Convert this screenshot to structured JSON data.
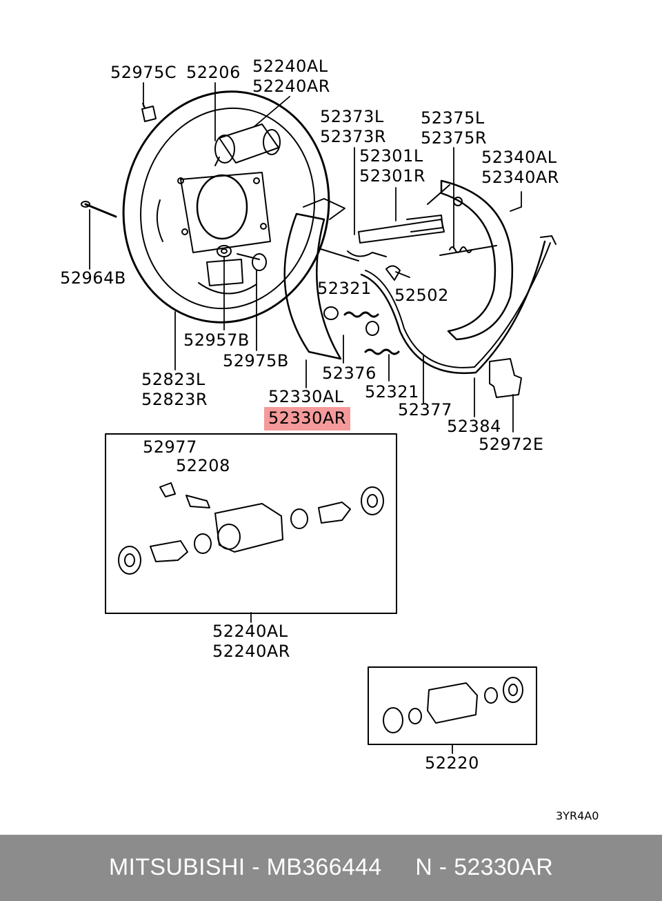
{
  "labels": {
    "l_52975C": "52975C",
    "l_52206": "52206",
    "l_52240AL_top": "52240AL",
    "l_52240AR_top": "52240AR",
    "l_52373L": "52373L",
    "l_52373R": "52373R",
    "l_52375L": "52375L",
    "l_52375R": "52375R",
    "l_52301L": "52301L",
    "l_52301R": "52301R",
    "l_52340AL": "52340AL",
    "l_52340AR": "52340AR",
    "l_52964B": "52964B",
    "l_52321_a": "52321",
    "l_52502": "52502",
    "l_52957B": "52957B",
    "l_52975B": "52975B",
    "l_52376": "52376",
    "l_52823L": "52823L",
    "l_52823R": "52823R",
    "l_52321_b": "52321",
    "l_52330AL": "52330AL",
    "l_52330AR": "52330AR",
    "l_52377": "52377",
    "l_52384": "52384",
    "l_52972E": "52972E",
    "l_52977": "52977",
    "l_52208": "52208",
    "l_52240AL_bot": "52240AL",
    "l_52240AR_bot": "52240AR",
    "l_52220": "52220"
  },
  "diagram_code": "3YR4A0",
  "footer": {
    "brand": "MITSUBISHI",
    "sep1": " - ",
    "part_number": "MB366444",
    "gap": "     ",
    "n": "N",
    "sep2": " - ",
    "ref": "52330AR"
  },
  "colors": {
    "highlight": "#f49a9a",
    "footer_bg": "#8c8c8c",
    "footer_text": "#ffffff"
  }
}
